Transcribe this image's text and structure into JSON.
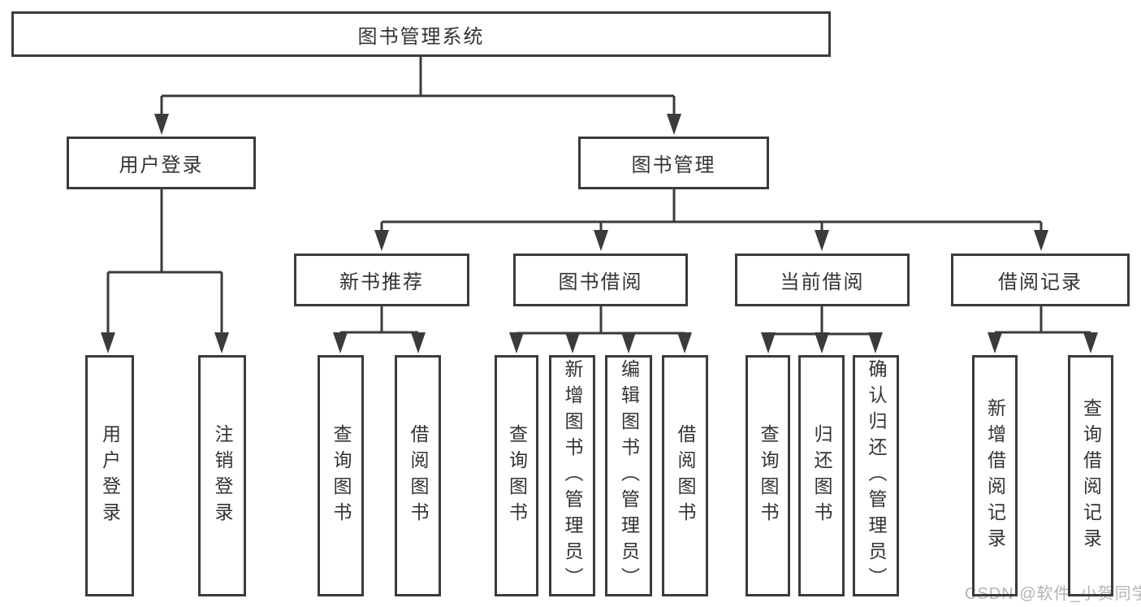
{
  "diagram_type": "hierarchy-structure-diagram",
  "nodes": {
    "root": "图书管理系统",
    "login": "用户登录",
    "manage": "图书管理",
    "new_books": "新书推荐",
    "book_borrow": "图书借阅",
    "current_borrow": "当前借阅",
    "borrow_records": "借阅记录",
    "login_user_login": "用户登录",
    "login_logout": "注销登录",
    "nb_query_book": "查询图书",
    "nb_borrow_book": "借阅图书",
    "bb_query_book": "查询图书",
    "bb_add_book": "新增图书（管理员）",
    "bb_edit_book": "编辑图书（管理员）",
    "bb_borrow_book": "借阅图书",
    "cb_query_book": "查询图书",
    "cb_return_book": "归还图书",
    "cb_confirm_return": "确认归还（管理员）",
    "br_add_record": "新增借阅记录",
    "br_query_record": "查询借阅记录"
  },
  "hierarchy": {
    "root": "图书管理系统",
    "children": [
      {
        "label": "用户登录",
        "children": [
          "用户登录",
          "注销登录"
        ]
      },
      {
        "label": "图书管理",
        "children": [
          {
            "label": "新书推荐",
            "children": [
              "查询图书",
              "借阅图书"
            ]
          },
          {
            "label": "图书借阅",
            "children": [
              "查询图书",
              "新增图书（管理员）",
              "编辑图书（管理员）",
              "借阅图书"
            ]
          },
          {
            "label": "当前借阅",
            "children": [
              "查询图书",
              "归还图书",
              "确认归还（管理员）"
            ]
          },
          {
            "label": "借阅记录",
            "children": [
              "新增借阅记录",
              "查询借阅记录"
            ]
          }
        ]
      }
    ]
  },
  "watermark": "CSDN @软件_小贺同学",
  "colors": {
    "line": "#3b3b3b",
    "box_border": "#3b3b3b",
    "text": "#333333",
    "background": "#ffffff",
    "watermark": "#b3b3b3"
  }
}
